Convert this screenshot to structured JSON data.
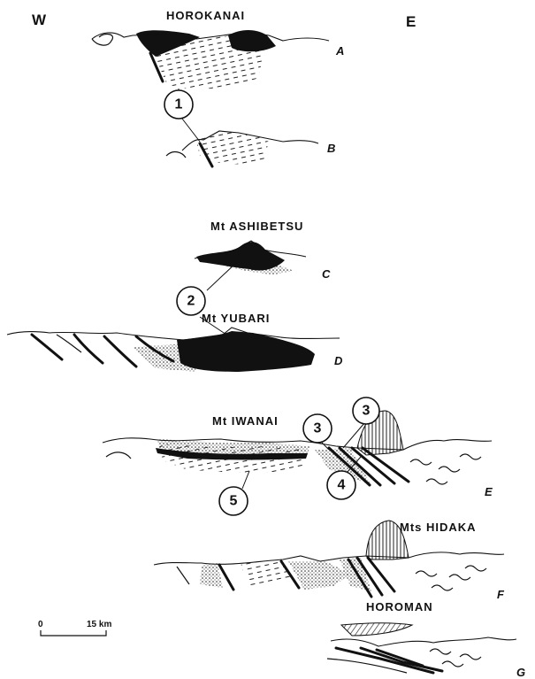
{
  "directions": {
    "west": "W",
    "east": "E"
  },
  "sections": [
    {
      "id": "A",
      "place": "HOROKANAI"
    },
    {
      "id": "B",
      "place": ""
    },
    {
      "id": "C",
      "place": "Mt ASHIBETSU"
    },
    {
      "id": "D",
      "place": "Mt YUBARI"
    },
    {
      "id": "E",
      "place": "Mt IWANAI"
    },
    {
      "id": "F",
      "place": "Mts HIDAKA"
    },
    {
      "id": "G",
      "place": "HOROMAN"
    }
  ],
  "numbered_markers": [
    "1",
    "2",
    "3",
    "3",
    "4",
    "5"
  ],
  "scale_bar": {
    "start": "0",
    "end": "15 km"
  }
}
